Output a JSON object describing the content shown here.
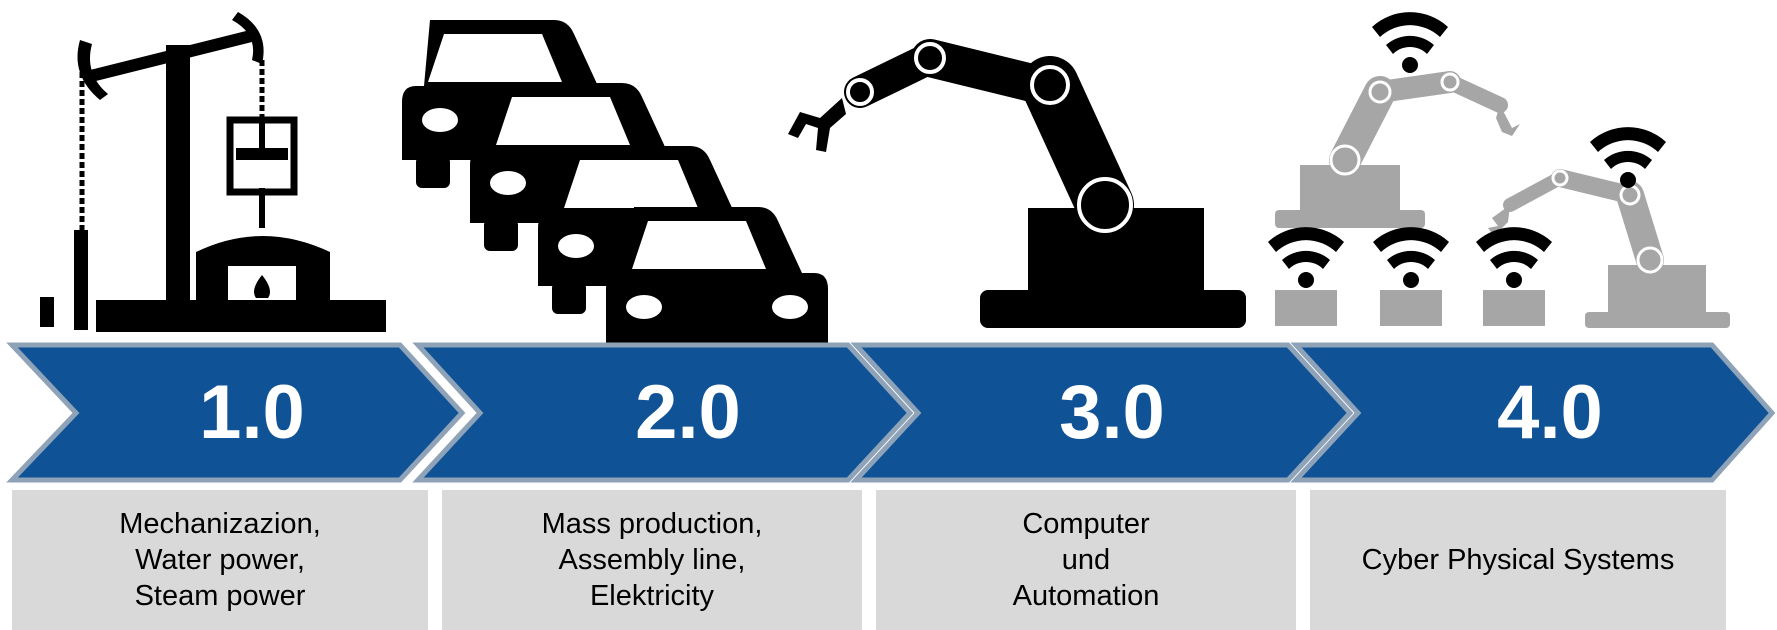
{
  "colors": {
    "arrow_fill": "#0f5296",
    "arrow_border": "#8fa3b8",
    "box_fill": "#d9d9d9",
    "icon_black": "#000000",
    "icon_gray": "#a6a6a6"
  },
  "stages": [
    {
      "number": "1.0",
      "description": "Mechanizazion,\nWater power,\nSteam power",
      "icon": "pump-jack-steam-engine-icon"
    },
    {
      "number": "2.0",
      "description": "Mass production,\nAssembly line,\nElektricity",
      "icon": "car-assembly-line-icon"
    },
    {
      "number": "3.0",
      "description": "Computer\nund\nAutomation",
      "icon": "industrial-robot-arm-icon"
    },
    {
      "number": "4.0",
      "description": "Cyber Physical Systems",
      "icon": "networked-robots-wifi-icon"
    }
  ]
}
